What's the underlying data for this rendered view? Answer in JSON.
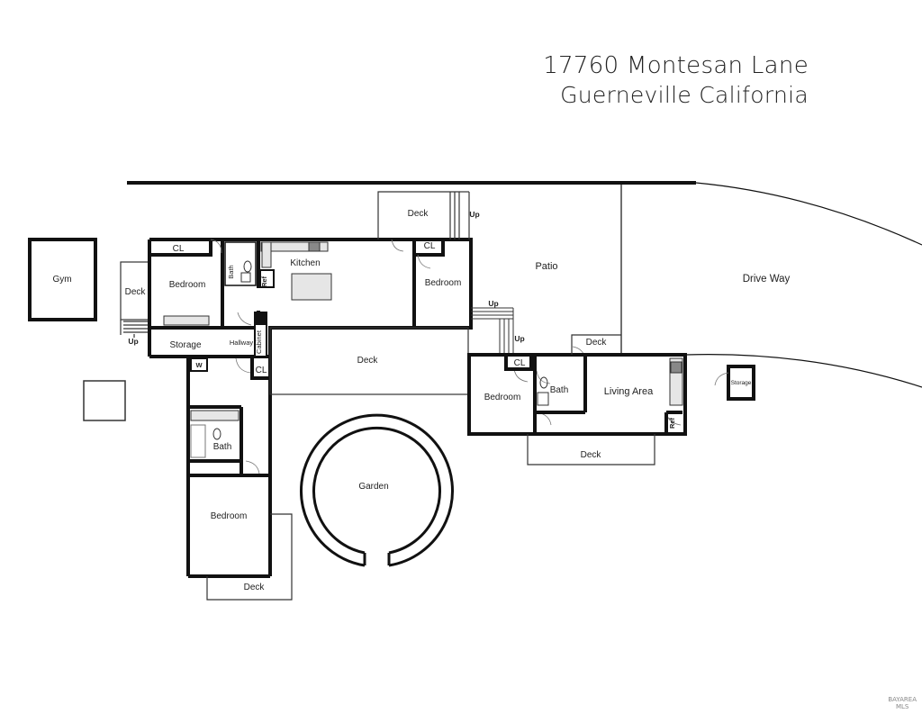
{
  "header": {
    "address": "17760 Montesan Lane",
    "city": "Guerneville California"
  },
  "labels": {
    "gym": "Gym",
    "deck_left": "Deck",
    "up_left": "Up",
    "bedroom_left": "Bedroom",
    "cl_left": "CL",
    "bath_top": "Bath",
    "kitchen": "Kitchen",
    "ref_kitchen": "Ref",
    "storage": "Storage",
    "hallway": "Hallway",
    "cabinet": "Cabinet",
    "cl_hall": "CL",
    "w": "W",
    "bath_mid": "Bath",
    "bedroom_bottom": "Bedroom",
    "deck_bottom": "Deck",
    "deck_top": "Deck",
    "up_top": "Up",
    "cl_top": "CL",
    "bedroom_top": "Bedroom",
    "deck_center": "Deck",
    "garden": "Garden",
    "patio": "Patio",
    "up_patio_1": "Up",
    "up_patio_2": "Up",
    "deck_guest": "Deck",
    "cl_guest": "CL",
    "bedroom_guest": "Bedroom",
    "bath_guest": "Bath",
    "living_area": "Living Area",
    "ref_guest": "Ref",
    "deck_guest_bottom": "Deck",
    "drive_way": "Drive Way",
    "storage_small": "Storage"
  },
  "watermark": {
    "line1": "BAYAREA",
    "line2": "MLS"
  },
  "colors": {
    "wall": "#111111",
    "thin_line": "#333333",
    "text": "#222222"
  }
}
